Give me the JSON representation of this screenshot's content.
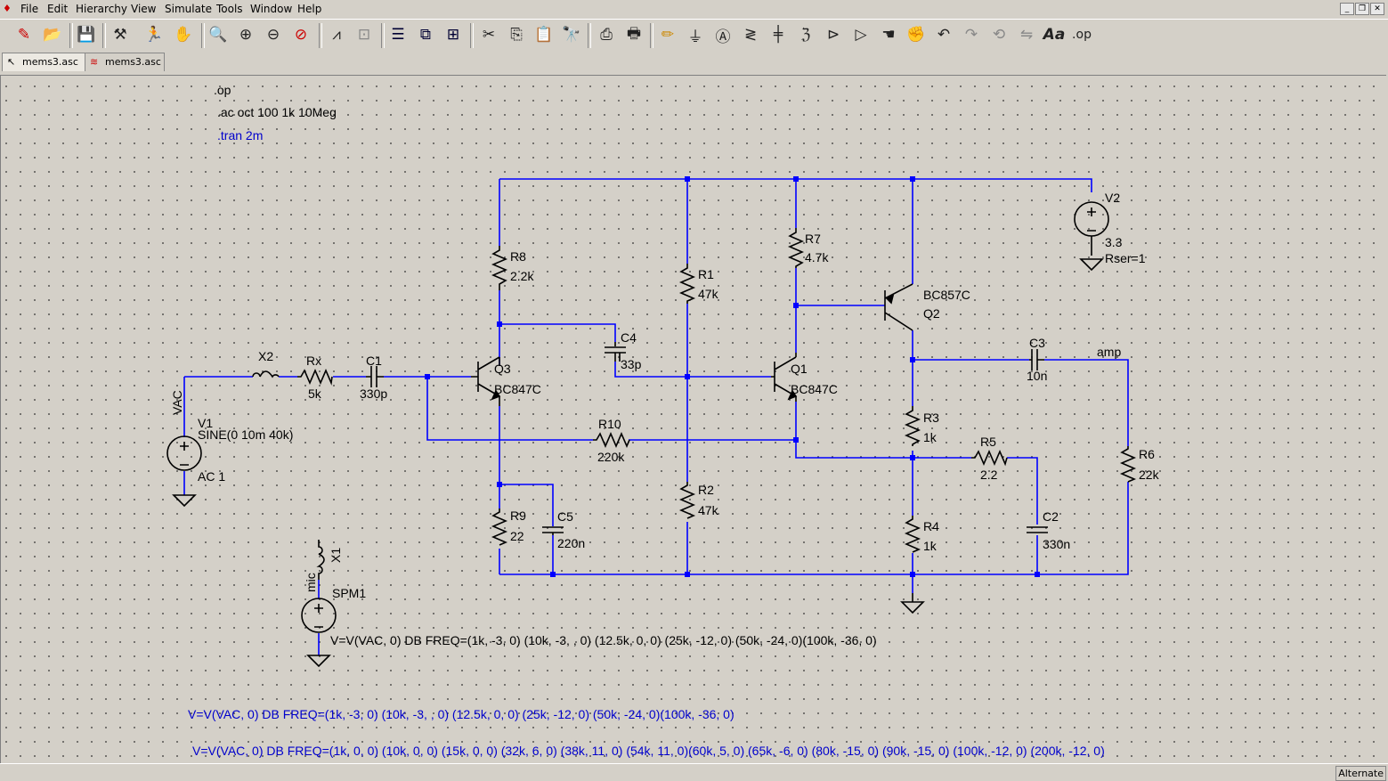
{
  "menu": {
    "items": [
      "File",
      "Edit",
      "Hierarchy",
      "View",
      "Simulate",
      "Tools",
      "Window",
      "Help"
    ]
  },
  "toolbar": {
    "icons": [
      "new-schematic-icon",
      "open-icon",
      "save-icon",
      "control-panel-icon",
      "run-icon",
      "halt-icon",
      "zoom-in-icon",
      "zoom-fit-icon",
      "zoom-out-icon",
      "zoom-cancel-icon",
      "waveform-icon",
      "waveform-split-icon",
      "tile-horizontal-icon",
      "cascade-icon",
      "tile-vertical-icon",
      "cut-icon",
      "copy-icon",
      "paste-icon",
      "find-icon",
      "print-setup-icon",
      "print-icon",
      "draw-wire-icon",
      "ground-icon",
      "label-net-icon",
      "resistor-icon",
      "capacitor-icon",
      "inductor-icon",
      "diode-icon",
      "component-icon",
      "move-icon",
      "drag-icon",
      "undo-icon",
      "redo-icon",
      "rotate-icon",
      "mirror-icon",
      "text-icon",
      "spice-directive-icon"
    ]
  },
  "tabs": [
    {
      "label": "mems3.asc",
      "icon": "schematic-tab-icon"
    },
    {
      "label": "mems3.asc",
      "icon": "waveform-tab-icon"
    }
  ],
  "directives": {
    "op": ".op",
    "ac": ".ac oct 100 1k 10Meg",
    "tran": ".tran 2m"
  },
  "components": {
    "v1_name": "V1",
    "v1_value": "SINE(0 10m 40k)",
    "v1_ac": "AC 1",
    "vac_label": "VAC",
    "x2": "X2",
    "rx": "Rx",
    "rx_val": "5k",
    "c1": "C1",
    "c1_val": "330p",
    "q3": "Q3",
    "q3_model": "BC847C",
    "r8": "R8",
    "r8_val": "2.2k",
    "c4": "C4",
    "c4_val": "33p",
    "r1": "R1",
    "r1_val": "47k",
    "r2": "R2",
    "r2_val": "47k",
    "r10": "R10",
    "r10_val": "220k",
    "r9": "R9",
    "r9_val": "22",
    "c5": "C5",
    "c5_val": "220n",
    "q1": "Q1",
    "q1_model": "BC847C",
    "r7": "R7",
    "r7_val": "4.7k",
    "q2": "Q2",
    "q2_model": "BC857C",
    "v2": "V2",
    "v2_val": "3.3",
    "v2_rser": "Rser=1",
    "c3": "C3",
    "c3_val": "10n",
    "amp": "amp",
    "r3": "R3",
    "r3_val": "1k",
    "r4": "R4",
    "r4_val": "1k",
    "r5": "R5",
    "r5_val": "2.2",
    "c2": "C2",
    "c2_val": "330n",
    "r6": "R6",
    "r6_val": "22k",
    "x1": "X1",
    "mic": "mic",
    "spm1": "SPM1"
  },
  "expressions": {
    "e1": "V=V(VAC, 0) DB FREQ=(1k, -3, 0) (10k, -3, , 0) (12.5k, 0, 0) (25k, -12, 0) (50k, -24, 0)(100k, -36, 0)",
    "e2": "V=V(VAC, 0) DB FREQ=(1k, -3, 0) (10k, -3, , 0) (12.5k, 0, 0) (25k, -12, 0) (50k, -24, 0)(100k, -36, 0)",
    "e3": "V=V(VAC, 0) DB FREQ=(1k, 0, 0) (10k, 0, 0) (15k, 0, 0) (32k, 6, 0) (38k, 11, 0) (54k, 11, 0)(60k, 5, 0) (65k, -6, 0) (80k, -15, 0) (90k, -15, 0) (100k, -12, 0) (200k, -12, 0)"
  },
  "status": {
    "mode": "Alternate"
  }
}
